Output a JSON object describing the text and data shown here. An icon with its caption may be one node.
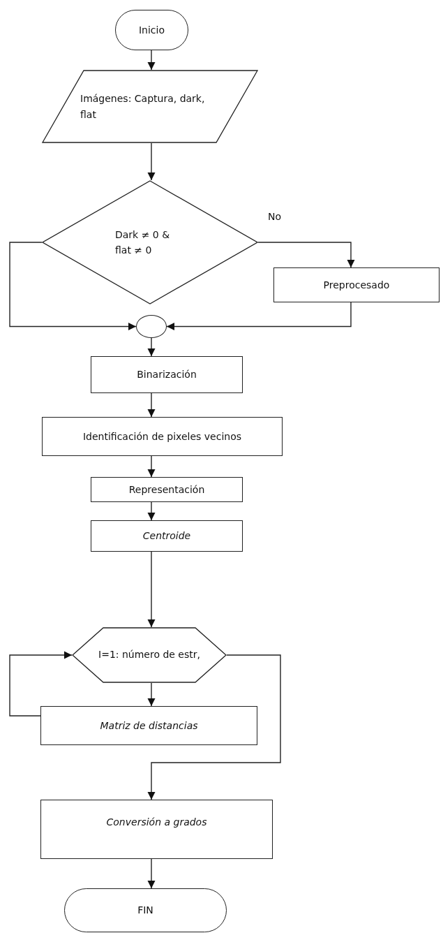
{
  "diagram": {
    "nodes": [
      {
        "text": [
          "Inicio"
        ]
      },
      {
        "text": [
          "Imágenes: Captura, dark, flat"
        ]
      },
      {
        "text": [
          "Dark ≠ 0 & flat ≠ 0"
        ]
      },
      {
        "text": [
          "Preprocesado"
        ]
      },
      {
        "text": [],
        "shape": "circle"
      },
      {
        "text": [
          "Binarización"
        ]
      },
      {
        "text": [
          "Identificación de pixeles vecinos"
        ]
      },
      {
        "text": [
          "Representación"
        ]
      },
      {
        "text": [
          "Centroide"
        ]
      },
      {
        "text": [
          "I=1: número de estr,"
        ]
      },
      {
        "text": [
          "Matriz de distancias"
        ]
      },
      {
        "text": [
          "Conversión a grados"
        ]
      },
      {
        "text": [
          "FIN"
        ]
      }
    ],
    "edges": [
      {
        "from": 0,
        "to": 1,
        "arrow": "to"
      },
      {
        "from": 1,
        "to": 2,
        "arrow": "to"
      },
      {
        "from": 2,
        "to": 3,
        "arrow": "to",
        "label": "No"
      },
      {
        "from": 2,
        "to": 4,
        "arrow": "to"
      },
      {
        "from": 3,
        "to": 4,
        "arrow": "to"
      },
      {
        "from": 4,
        "to": 5,
        "arrow": "to"
      },
      {
        "from": 5,
        "to": 6,
        "arrow": "to"
      },
      {
        "from": 6,
        "to": 7,
        "arrow": "to"
      },
      {
        "from": 7,
        "to": 8,
        "arrow": "to"
      },
      {
        "from": 8,
        "to": 9,
        "arrow": "to"
      },
      {
        "from": 9,
        "to": 10,
        "arrow": "to"
      },
      {
        "from": 10,
        "to": 9,
        "arrow": "to"
      },
      {
        "from": 9,
        "to": 11,
        "arrow": "to"
      },
      {
        "from": 11,
        "to": 12,
        "arrow": "to"
      }
    ]
  }
}
